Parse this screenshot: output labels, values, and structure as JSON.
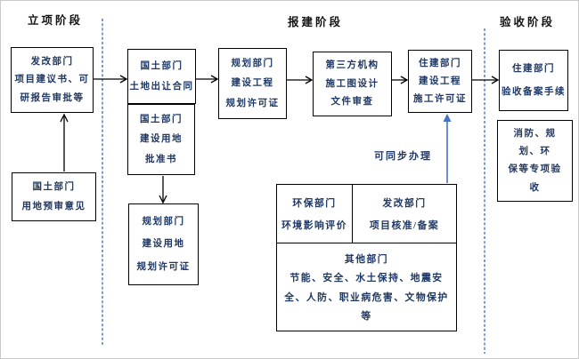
{
  "diagram": {
    "phase_labels": [
      "立项阶段",
      "报建阶段",
      "验收阶段"
    ],
    "sync_note": "可同步办理",
    "boxes": {
      "fagai_approval": [
        "发改部门",
        "项目建议书、可",
        "研报告审批等"
      ],
      "guotu_preview": [
        "国土部门",
        "用地预审意见"
      ],
      "guotu_contract": [
        "国土部门",
        "土地出让合同"
      ],
      "guotu_land_approval": [
        "国土部门",
        "建设用地",
        "批准书"
      ],
      "guihua_land_permit": [
        "规划部门",
        "建设用地",
        "规划许可证"
      ],
      "guihua_project_permit": [
        "规划部门",
        "建设工程",
        "规划许可证"
      ],
      "third_party_review": [
        "第三方机构",
        "施工图设计",
        "文件审查"
      ],
      "zhujian_construction_permit": [
        "住建部门",
        "建设工程",
        "施工许可证"
      ],
      "zhujian_acceptance": [
        "住建部门",
        "验收备案手续"
      ],
      "special_acceptance": [
        "消防、规",
        "划、环",
        "保等专项验",
        "收"
      ],
      "huanbao_eia": [
        "环保部门",
        "环境影响评价"
      ],
      "fagai_record": [
        "发改部门",
        "项目核准/备案"
      ],
      "other_departments": [
        "其他部门",
        "节能、安全、水土保持、地震安",
        "全、人防、职业病危害、文物保护",
        "等"
      ]
    },
    "colors": {
      "box_text": "#1F3864",
      "box_border": "#000000",
      "accent_blue": "#4472C4",
      "phase_label_text": "#141414"
    }
  }
}
